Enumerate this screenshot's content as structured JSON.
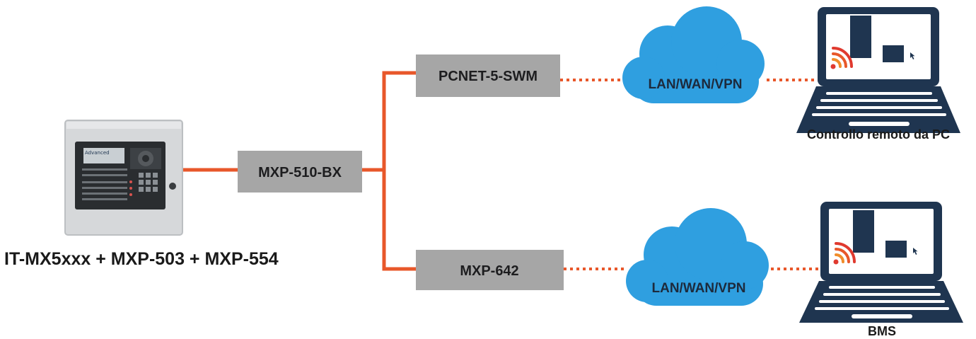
{
  "panel": {
    "brand": "Advanced",
    "caption": "IT-MX5xxx + MXP-503 + MXP-554"
  },
  "nodes": {
    "bx": "MXP-510-BX",
    "pcnet": "PCNET-5-SWM",
    "mxp642": "MXP-642"
  },
  "clouds": {
    "top": "LAN/WAN/VPN",
    "bottom": "LAN/WAN/VPN"
  },
  "endpoints": {
    "top_caption": "Controllo remoto da PC",
    "bottom_caption": "BMS"
  },
  "colors": {
    "link": "#e8572a",
    "box": "#a6a6a6",
    "cloud": "#2f9fe0",
    "laptop": "#1f3550",
    "wifi_red": "#e03a2f",
    "wifi_orange": "#f08c2a"
  }
}
